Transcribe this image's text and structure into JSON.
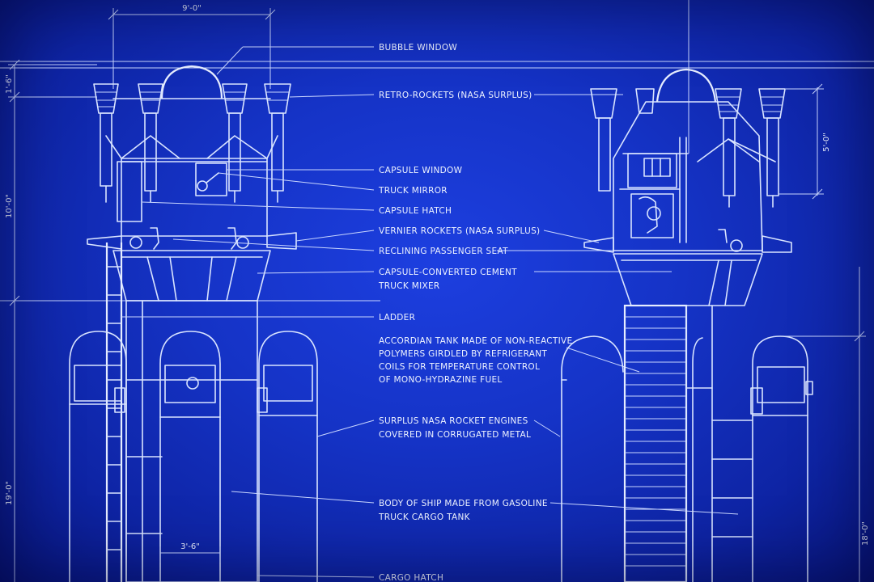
{
  "diagram": {
    "labels": {
      "bubble_window": "BUBBLE WINDOW",
      "retro_rockets": "RETRO-ROCKETS (NASA SURPLUS)",
      "capsule_window": "CAPSULE WINDOW",
      "truck_mirror": "TRUCK MIRROR",
      "capsule_hatch": "CAPSULE HATCH",
      "vernier_rockets": "VERNIER ROCKETS (NASA SURPLUS)",
      "reclining_seat": "RECLINING PASSENGER SEAT",
      "mixer_line1": "CAPSULE-CONVERTED CEMENT",
      "mixer_line2": "TRUCK MIXER",
      "ladder": "LADDER",
      "tank_line1": "ACCORDIAN TANK MADE OF NON-REACTIVE",
      "tank_line2": "POLYMERS GIRDLED BY REFRIGERANT",
      "tank_line3": "COILS FOR TEMPERATURE CONTROL",
      "tank_line4": "OF MONO-HYDRAZINE FUEL",
      "engines_line1": "SURPLUS NASA ROCKET ENGINES",
      "engines_line2": "COVERED IN CORRUGATED METAL",
      "body_line1": "BODY OF SHIP MADE FROM GASOLINE",
      "body_line2": "TRUCK CARGO TANK",
      "cargo_hatch": "CARGO HATCH"
    },
    "dimensions": {
      "width_top": "9'-0\"",
      "left_1": "1'-6\"",
      "left_2": "10'-0\"",
      "left_3": "19'-0\"",
      "bottom": "3'-6\"",
      "right_1": "5'-0\"",
      "right_2": "18'-0\""
    }
  }
}
